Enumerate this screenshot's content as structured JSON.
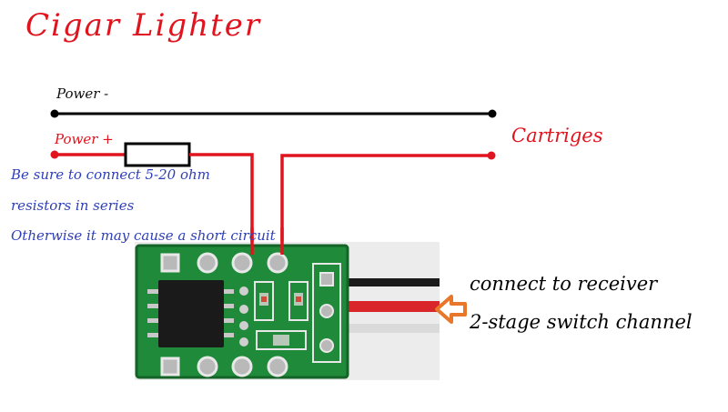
{
  "title": "Cigar Lighter",
  "wires": {
    "power_negative": "Power -",
    "power_positive": "Power +"
  },
  "output_label": "Cartriges",
  "notes": [
    "Be sure to connect 5-20 ohm",
    "resistors in series",
    "Otherwise it may cause a short circuit"
  ],
  "receiver": {
    "line1": "connect to receiver",
    "line2": "2-stage switch channel"
  },
  "colors": {
    "title": "#e0141e",
    "positive_wire": "#e0141e",
    "negative_wire": "#000000",
    "note_text": "#2e3fb8",
    "arrow": "#e8772a",
    "pcb": "#1f8a3a"
  }
}
